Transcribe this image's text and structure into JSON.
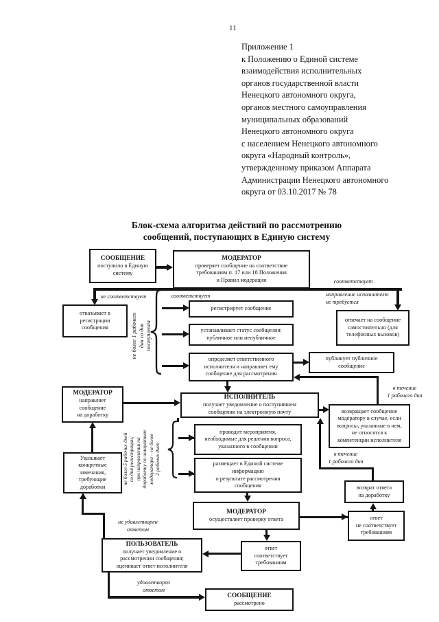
{
  "page": {
    "number": "11"
  },
  "header": {
    "appendix": "Приложение 1\nк Положению о Единой системе\nвзаимодействия исполнительных\nорганов государственной власти\nНенецкого автономного округа,\nорганов местного самоуправления\nмуниципальных образований\nНенецкого автономного округа\nс населением Ненецкого автономного\nокруга «Народный контроль»,\nутвержденному приказом Аппарата\nАдминистрации Ненецкого автономного\nокруга от 03.10.2017 № 78"
  },
  "diagram": {
    "title": "Блок-схема алгоритма действий по рассмотрению\nсообщений, поступающих в Единую систему",
    "boxes": {
      "msg_in": {
        "title": "СООБЩЕНИЕ",
        "body": "поступило в Единую\nсистему"
      },
      "moderator_check": {
        "title": "МОДЕРАТОР",
        "body": "проверяет сообщение на соответствие\nтребованиям п. 17 или 18 Положения\nи Правил модерации"
      },
      "refuse": {
        "body": "отказывает в\nрегистрации\nсообщения"
      },
      "register": {
        "body": "регистрирует сообщение"
      },
      "set_status": {
        "body": "устанавливает статус сообщения:\nпубличное или непубличное"
      },
      "assign": {
        "body": "определяет ответственного\nисполнителя и направляет ему\nсообщение для рассмотрения"
      },
      "answer_self": {
        "body": "отвечает на сообщение\nсамостоятельно (для\nтелефонных вызовов)"
      },
      "publish": {
        "body": "публикует публичное\nсообщение"
      },
      "executor": {
        "title": "ИСПОЛНИТЕЛЬ",
        "body": "получает уведомление о поступившем\nсообщении на электронную почту"
      },
      "return_mod": {
        "body": "возвращает сообщение\nмодератору в случае, если\nвопросы, указанные в нем,\nне относятся к\nкомпетенции исполнителя"
      },
      "mod_rework": {
        "title": "МОДЕРАТОР",
        "body": "направляет\nсообщение\nна доработку"
      },
      "remarks": {
        "body": "Указывает\nконкретные\nзамечания,\nтребующие\nдоработки"
      },
      "actions": {
        "body": "проводит мероприятия,\nнеобходимые для решения вопроса,\nуказанного в сообщении"
      },
      "post_result": {
        "body": "размещает в Единой системе\nинформацию\nо результате рассмотрения\nсообщения"
      },
      "mod_verify": {
        "title": "МОДЕРАТОР",
        "body": "осуществляет проверку ответа"
      },
      "return_answer": {
        "body": "возврат ответа\nна доработку"
      },
      "answer_bad": {
        "body": "ответ\nне соответствует\nтребованиям"
      },
      "answer_ok": {
        "body": "ответ\nсоответствует\nтребованиям"
      },
      "user": {
        "title": "ПОЛЬЗОВАТЕЛЬ",
        "body": "получает уведомление о\nрассмотрении сообщения;\nоценивает ответ исполнителя"
      },
      "msg_done": {
        "title": "СООБЩЕНИЕ",
        "body": "рассмотрено"
      }
    },
    "labels": {
      "not_match": "не соответствует",
      "match_left": "соответствует",
      "match_right": "соответствует",
      "no_executor": "направление исполнителю\nне требуется",
      "deadline_1day_register": "не более 1 рабочего\nдня со дня\nпоступления",
      "deadline_5days": "не более 5 рабочих дней\nсо дня регистрации;\nпри направлении на\nдоработку по инициативе\nмодератора – не более\n2 рабочих дней",
      "within_1day_top": "в течение\n1 рабочего дня",
      "within_1day_bottom": "в течение\n1 рабочего дня",
      "not_satisfied": "не удовлетворен\nответом",
      "satisfied": "удовлетворен\nответом"
    }
  }
}
